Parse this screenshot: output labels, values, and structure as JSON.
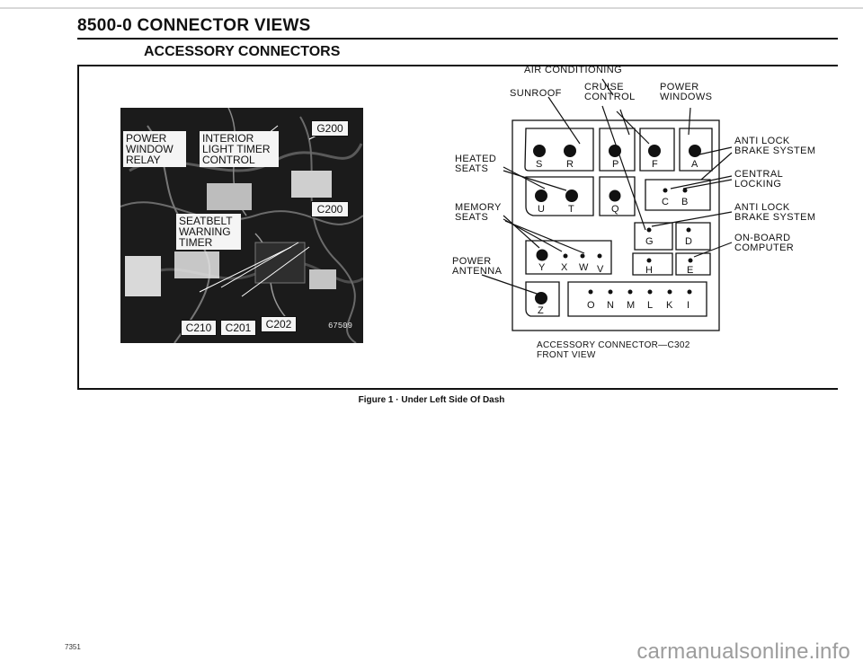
{
  "header": {
    "page_title": "8500-0   CONNECTOR VIEWS",
    "section_title": "ACCESSORY CONNECTORS"
  },
  "photo": {
    "labels": {
      "power_window_relay": "POWER\nWINDOW\nRELAY",
      "interior_light_timer": "INTERIOR\nLIGHT TIMER\nCONTROL",
      "g200": "G200",
      "c200": "C200",
      "seatbelt_timer": "SEATBELT\nWARNING\nTIMER",
      "c210": "C210",
      "c201": "C201",
      "c202": "C202"
    },
    "code": "67509"
  },
  "connector": {
    "labels": {
      "air_conditioning": "AIR CONDITIONING",
      "cruise_control": "CRUISE\nCONTROL",
      "sunroof": "SUNROOF",
      "power_windows": "POWER\nWINDOWS",
      "heated_seats": "HEATED\nSEATS",
      "memory_seats": "MEMORY\nSEATS",
      "power_antenna": "POWER\nANTENNA",
      "anti_lock_1": "ANTI LOCK\nBRAKE SYSTEM",
      "central_locking": "CENTRAL\nLOCKING",
      "anti_lock_2": "ANTI LOCK\nBRAKE SYSTEM",
      "on_board_computer": "ON-BOARD\nCOMPUTER"
    },
    "pins": {
      "S": "S",
      "R": "R",
      "P": "P",
      "F": "F",
      "A": "A",
      "U": "U",
      "T": "T",
      "Q": "Q",
      "C": "C",
      "B": "B",
      "G": "G",
      "D": "D",
      "Y": "Y",
      "X": "X",
      "W": "W",
      "V": "V",
      "H": "H",
      "E": "E",
      "Z": "Z",
      "O": "O",
      "N": "N",
      "M": "M",
      "L": "L",
      "K": "K",
      "I": "I"
    },
    "caption": "ACCESSORY CONNECTOR—C302\nFRONT VIEW"
  },
  "figure_caption": "Figure 1 · Under Left Side Of Dash",
  "page_number": "7351",
  "watermark": "carmanualsonline.info"
}
